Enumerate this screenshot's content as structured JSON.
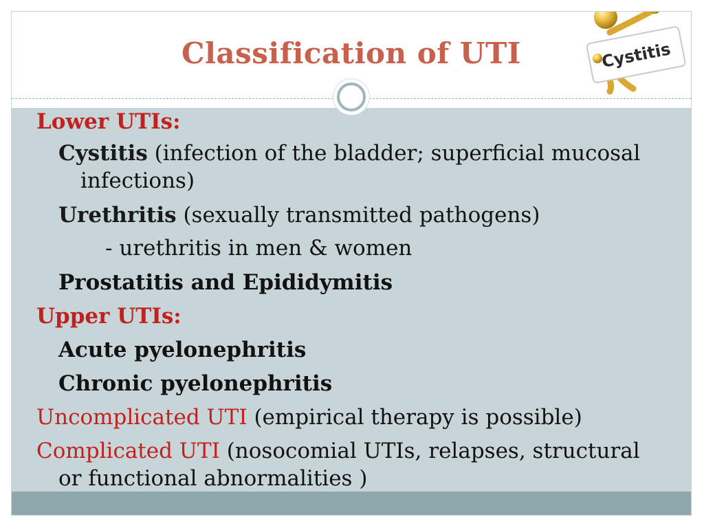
{
  "slide": {
    "title": "Classification of UTI",
    "illustration": {
      "sign_text": "Cystitis",
      "icon": "figure-holding-sign"
    },
    "lines": [
      {
        "label": "Lower UTIs:"
      },
      {
        "term": "Cystitis",
        "note": " (infection of the bladder; superficial mucosal infections)"
      },
      {
        "term": "Urethritis",
        "note": " (sexually transmitted pathogens)"
      },
      {
        "text": "-  urethritis in men &  women"
      },
      {
        "text": "Prostatitis and Epididymitis"
      },
      {
        "label": "Upper UTIs:"
      },
      {
        "text": "Acute pyelonephritis"
      },
      {
        "text": "Chronic pyelonephritis"
      },
      {
        "term": "Uncomplicated UTI",
        "note": " (empirical therapy is possible)"
      },
      {
        "term": "Complicated UTI",
        "note": " (nosocomial UTIs, relapses, structural or functional abnormalities )"
      }
    ]
  },
  "colors": {
    "title": "#c8604e",
    "red_label": "#c0221f",
    "content_bg": "#c7d4d8",
    "footer_bg": "#8ea8ab"
  }
}
